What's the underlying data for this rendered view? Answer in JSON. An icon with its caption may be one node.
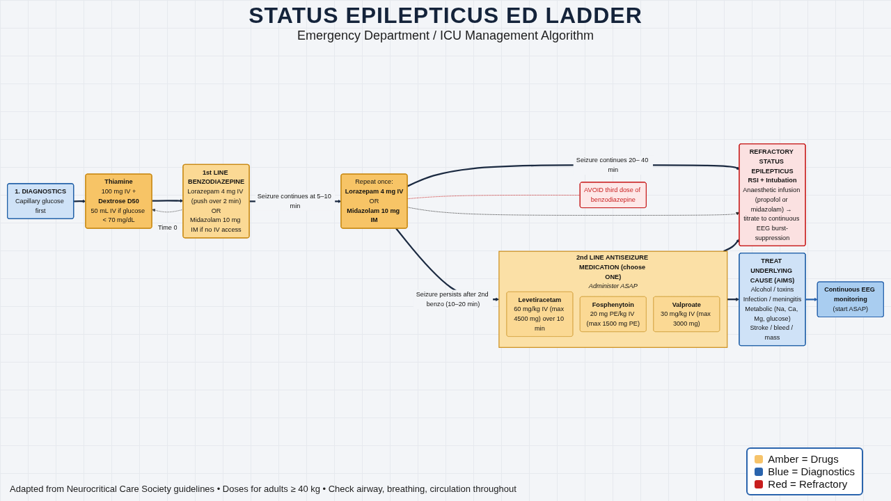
{
  "diagram": {
    "title": "STATUS EPILEPTICUS ED LADDER",
    "caption": "Adapted from Neurocritical Care Society guidelines • Doses for adults ≥ 40 kg • Check airway, breathing, circulation throughout",
    "nodes": [
      {
        "text": [
          "1. DIAGNOSTICS",
          "Capillary glucose first"
        ]
      },
      {
        "text": [
          "Thiamine",
          "100 mg IV +",
          "Dextrose D50",
          "50 mL IV if glucose < 70 mg/dL"
        ]
      },
      {
        "text": [
          "1st LINE BENZODIAZEPINE",
          "Lorazepam 4 mg IV (push over 2 min)",
          "OR",
          "Midazolam 10 mg IM if no IV access"
        ]
      },
      {
        "text": [
          "Repeat once:",
          "Lorazepam 4 mg IV",
          "OR",
          "Midazolam 10 mg IM"
        ]
      },
      {
        "text": [
          "AVOID third dose of benzodiazepine"
        ]
      },
      {
        "text": [
          "2nd LINE ANTISEIZURE MEDICATION (choose ONE)"
        ],
        "beside": [
          "Administer ASAP"
        ]
      },
      {
        "text": [
          "Levetiracetam",
          "60 mg/kg IV (max 4500 mg) over 10 min"
        ],
        "in": 5
      },
      {
        "text": [
          "Fosphenytoin",
          "20 mg PE/kg IV (max 1500 mg PE)"
        ],
        "in": 5
      },
      {
        "text": [
          "Valproate",
          "30 mg/kg IV (max 3000 mg)"
        ],
        "in": 5
      },
      {
        "text": [
          "REFRACTORY STATUS EPILEPTICUS",
          "RSI + Intubation",
          "Anaesthetic infusion (propofol or midazolam) → titrate to continuous EEG burst-suppression"
        ]
      },
      {
        "text": [
          "TREAT UNDERLYING CAUSE (AIMS)",
          "Alcohol / toxins",
          "Infection / meningitis",
          "Metabolic (Na, Ca, Mg, glucose)",
          "Stroke / bleed / mass"
        ]
      },
      {
        "text": [
          "Continuous EEG monitoring",
          "(start ASAP)"
        ]
      }
    ],
    "edges": [
      {
        "from": 0,
        "to": 1,
        "arrow": "to"
      },
      {
        "from": 1,
        "to": 2,
        "arrow": "to"
      },
      {
        "from": 2,
        "to": 1,
        "arrow": "to",
        "label": "Time 0",
        "style": "dashed",
        "color": "#4a4a4a"
      },
      {
        "from": 2,
        "to": 3,
        "arrow": "to",
        "label": "Seizure continues at 5–10 min"
      },
      {
        "from": 3,
        "to": 4,
        "arrow": "none",
        "style": "dashed",
        "color": "#c81e1e"
      },
      {
        "from": 3,
        "to": 5,
        "arrow": "to",
        "label": "Seizure persists after 2nd benzo (10–20 min)"
      },
      {
        "from": 3,
        "to": 9,
        "arrow": "to",
        "label": "Seizure continues 20– 40 min"
      },
      {
        "from": 3,
        "to": 9,
        "arrow": "to",
        "style": "dashed",
        "color": "#2b2b2b"
      },
      {
        "from": 5,
        "to": 9,
        "arrow": "to"
      },
      {
        "from": 5,
        "to": 10,
        "arrow": "to"
      },
      {
        "from": 10,
        "to": 11,
        "arrow": "to",
        "color": "#2a64ad"
      }
    ],
    "labels": [
      "Emergency Department / ICU Management Algorithm"
    ],
    "legend": [
      {
        "text": "Amber = Drugs",
        "color": "#f6c36a"
      },
      {
        "text": "Blue = Diagnostics",
        "color": "#2a64ad"
      },
      {
        "text": "Red = Refractory",
        "color": "#c81e1e"
      }
    ]
  }
}
